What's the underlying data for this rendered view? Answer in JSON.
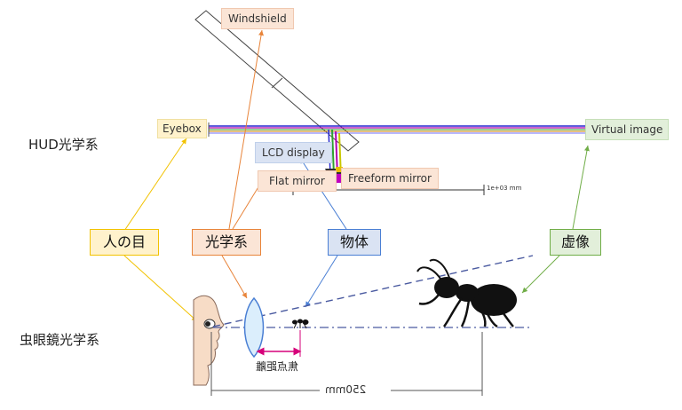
{
  "row_labels": {
    "hud": "HUD光学系",
    "magnifier": "虫眼鏡光学系"
  },
  "hud_labels": {
    "windshield": "Windshield",
    "eyebox": "Eyebox",
    "virtual_image": "Virtual image",
    "lcd_display": "LCD display",
    "flat_mirror": "Flat mirror",
    "freeform_mirror": "Freeform mirror",
    "scale_text": "1e+03 mm"
  },
  "category_boxes": {
    "eye": "人の目",
    "optics": "光学系",
    "object": "物体",
    "virtual_image": "虚像"
  },
  "magnifier_labels": {
    "focal_length": "焦点距離",
    "distance": "250mm"
  },
  "colors": {
    "eye": "#f2c200",
    "optics": "#e8843a",
    "object": "#4a7fd4",
    "virtual_image": "#70ad47",
    "focal": "#d6007a"
  }
}
